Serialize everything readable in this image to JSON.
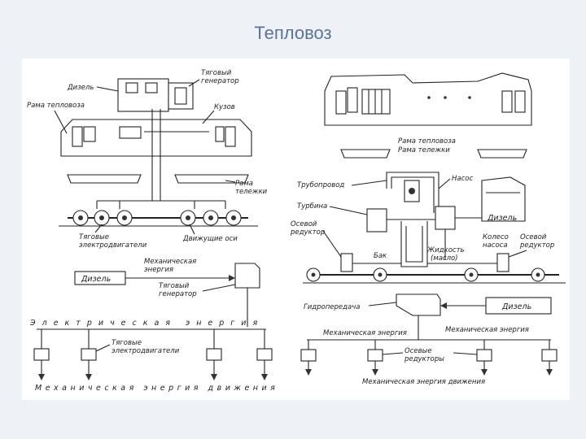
{
  "slide": {
    "title": "Тепловоз"
  },
  "left_top": {
    "diesel": "Дизель",
    "traction_generator_1": "Тяговый",
    "traction_generator_2": "генератор",
    "locomotive_frame": "Рама тепловоза",
    "body": "Кузов",
    "bogie_frame_1": "Рама",
    "bogie_frame_2": "тележки",
    "traction_motors_1": "Тяговые",
    "traction_motors_2": "электродвигатели",
    "driving_axles": "Движущие оси"
  },
  "left_scheme": {
    "diesel_box": "Дизель",
    "mech_energy_1": "Механическая",
    "mech_energy_2": "энергия",
    "generator_1": "Тяговый",
    "generator_2": "генератор",
    "electric_energy": "Электрическая энергия",
    "traction_motors_1": "Тяговые",
    "traction_motors_2": "электродвигатели",
    "motion_energy": "Механическая энергия движения"
  },
  "right_top": {
    "locomotive_frame": "Рама тепловоза",
    "bogie_frame": "Рама тележки",
    "pipeline": "Трубопровод",
    "pump": "Насос",
    "turbine": "Турбина",
    "diesel": "Дизель",
    "axle_reducer_1": "Осевой",
    "axle_reducer_2": "редуктор",
    "wheel_1": "Колесо",
    "wheel_2": "насоса",
    "axle_reducer_r_1": "Осевой",
    "axle_reducer_r_2": "редуктор",
    "fluid_1": "Жидкость",
    "fluid_2": "(масло)",
    "tank": "Бак"
  },
  "right_scheme": {
    "hydro_transmission": "Гидропередача",
    "diesel_box": "Дизель",
    "mech_energy_left": "Механическая энергия",
    "mech_energy_right": "Механическая энергия",
    "axle_reducers_1": "Осевые",
    "axle_reducers_2": "редукторы",
    "motion_energy": "Механическая энергия движения"
  }
}
